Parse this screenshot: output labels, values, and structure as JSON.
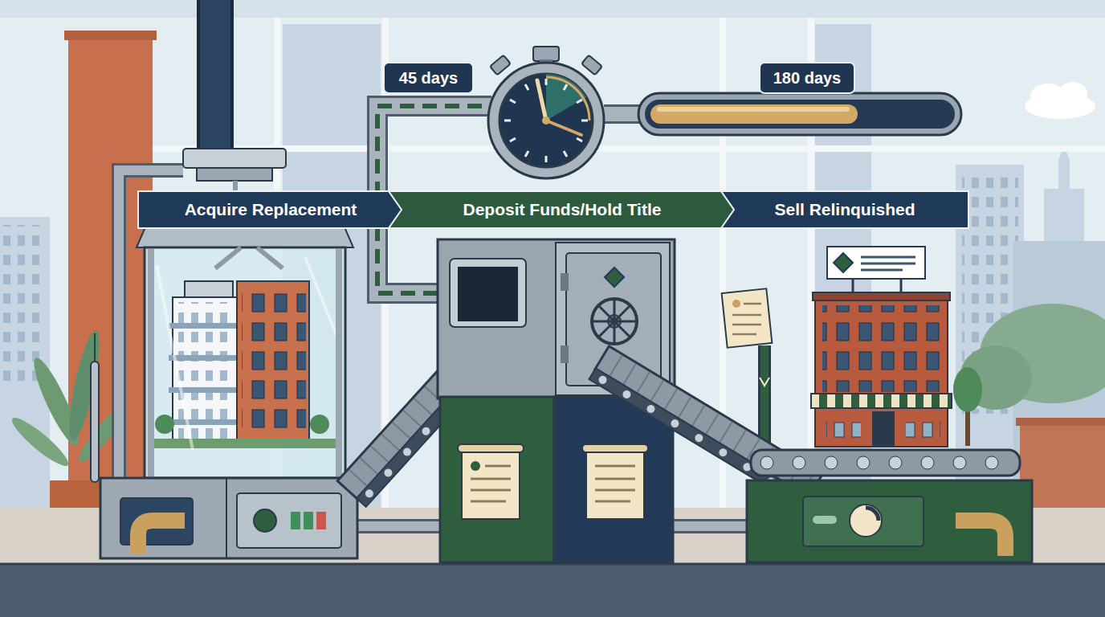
{
  "diagram": {
    "nodes": [
      {
        "text": [
          "45 days"
        ]
      },
      {
        "text": [
          "180 days"
        ]
      },
      {
        "text": [
          "Acquire Replacement"
        ]
      },
      {
        "text": [
          "Deposit Funds/Hold Title"
        ]
      },
      {
        "text": [
          "Sell Relinquished"
        ]
      }
    ]
  }
}
